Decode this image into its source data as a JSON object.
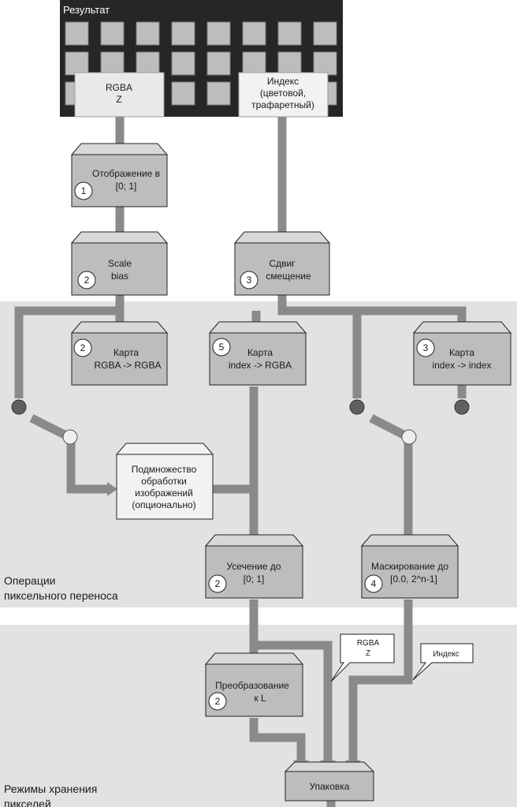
{
  "result_panel": {
    "title": "Результат"
  },
  "sources": {
    "rgba": {
      "line1": "RGBA",
      "line2": "Z"
    },
    "index": {
      "line1": "Индекс",
      "line2": "(цветовой,",
      "line3": "трафаретный)"
    }
  },
  "boxes": {
    "map_range": {
      "line1": "Отображение в",
      "line2": "[0; 1]",
      "badge": "1"
    },
    "scale_bias": {
      "line1": "Scale",
      "line2": "bias",
      "badge": "2"
    },
    "shift_offset": {
      "line1": "Сдвиг",
      "line2": "смещение",
      "badge": "3"
    },
    "map_rgba_rgba": {
      "line1": "Карта",
      "line2": "RGBA -> RGBA",
      "badge": "2"
    },
    "map_index_rgba": {
      "line1": "Карта",
      "line2": "index -> RGBA",
      "badge": "5"
    },
    "map_index_index": {
      "line1": "Карта",
      "line2": "index -> index",
      "badge": "3"
    },
    "imaging_subset": {
      "line1": "Подмножество",
      "line2": "обработки",
      "line3": "изображений",
      "line4": "(опционально)"
    },
    "clamp": {
      "line1": "Усечение до",
      "line2": "[0; 1]",
      "badge": "2"
    },
    "mask": {
      "line1": "Маскирование до",
      "line2": "[0.0, 2^n-1]",
      "badge": "4"
    },
    "convert_l": {
      "line1": "Преобразование",
      "line2": "к L",
      "badge": "2"
    },
    "pack": {
      "line1": "Упаковка"
    }
  },
  "callouts": {
    "rgba": {
      "line1": "RGBA",
      "line2": "Z"
    },
    "index": {
      "line1": "Индекс"
    }
  },
  "sections": {
    "pixel_transfer": {
      "line1": "Операции",
      "line2": "пиксельного переноса"
    },
    "pixel_store": {
      "line1": "Режимы хранения",
      "line2": "пикселей"
    }
  }
}
